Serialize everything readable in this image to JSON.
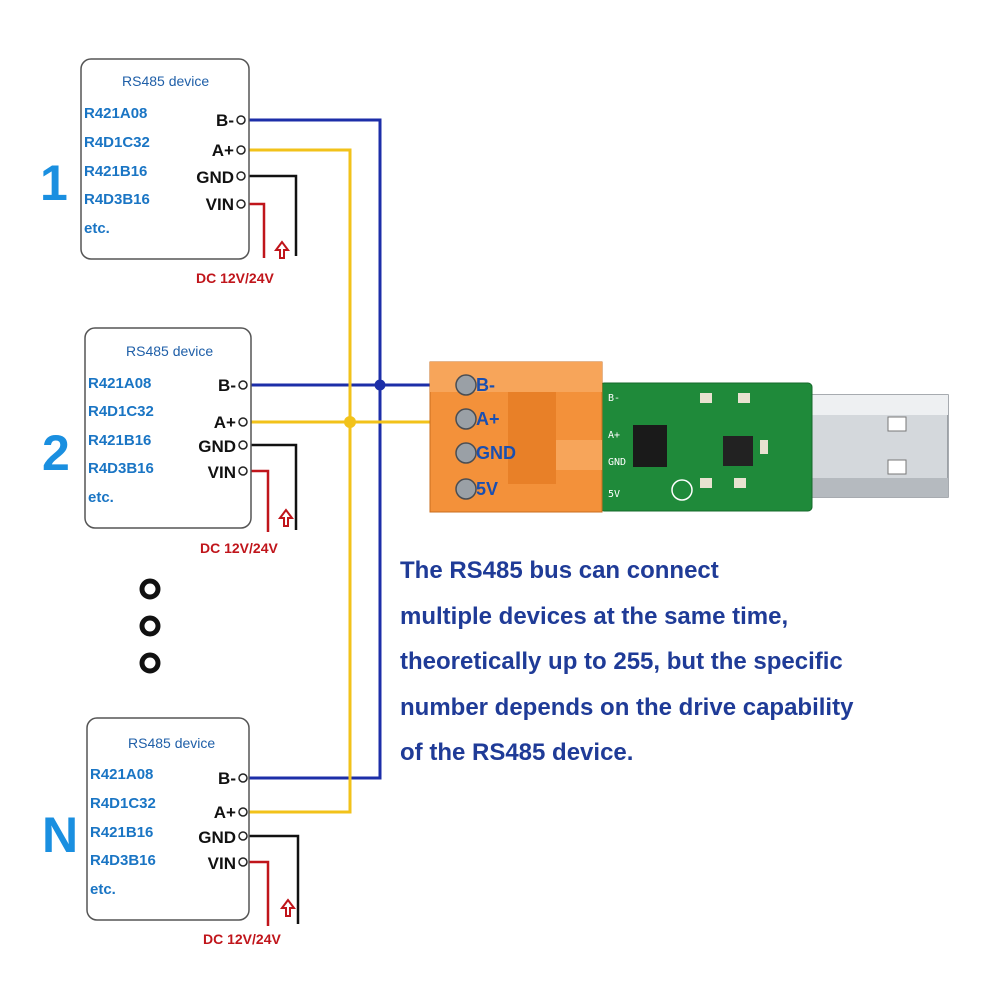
{
  "devices": [
    {
      "index_label": "1",
      "title": "RS485 device",
      "models": [
        "R421A08",
        "R4D1C32",
        "R421B16",
        "R4D3B16",
        "etc."
      ],
      "pins": [
        "B-",
        "A+",
        "GND",
        "VIN"
      ],
      "power": "DC 12V/24V"
    },
    {
      "index_label": "2",
      "title": "RS485 device",
      "models": [
        "R421A08",
        "R4D1C32",
        "R421B16",
        "R4D3B16",
        "etc."
      ],
      "pins": [
        "B-",
        "A+",
        "GND",
        "VIN"
      ],
      "power": "DC 12V/24V"
    },
    {
      "index_label": "N",
      "title": "RS485 device",
      "models": [
        "R421A08",
        "R4D1C32",
        "R421B16",
        "R4D3B16",
        "etc."
      ],
      "pins": [
        "B-",
        "A+",
        "GND",
        "VIN"
      ],
      "power": "DC 12V/24V"
    }
  ],
  "converter": {
    "terminal_labels": [
      "B-",
      "A+",
      "GND",
      "5V"
    ],
    "pcb_silkscreen": [
      "B-",
      "A+",
      "GND",
      "5V"
    ]
  },
  "description": [
    "The RS485 bus can connect",
    "multiple devices at the same time,",
    "theoretically up to 255, but the specific",
    "number depends on the drive capability",
    "of the RS485 device."
  ],
  "colors": {
    "b_line": "#1c2ea8",
    "a_line": "#f2c21a",
    "gnd_line": "#111111",
    "vin_line": "#c0151b",
    "terminal_block": "#f3913a",
    "pcb": "#1f8a3a"
  }
}
